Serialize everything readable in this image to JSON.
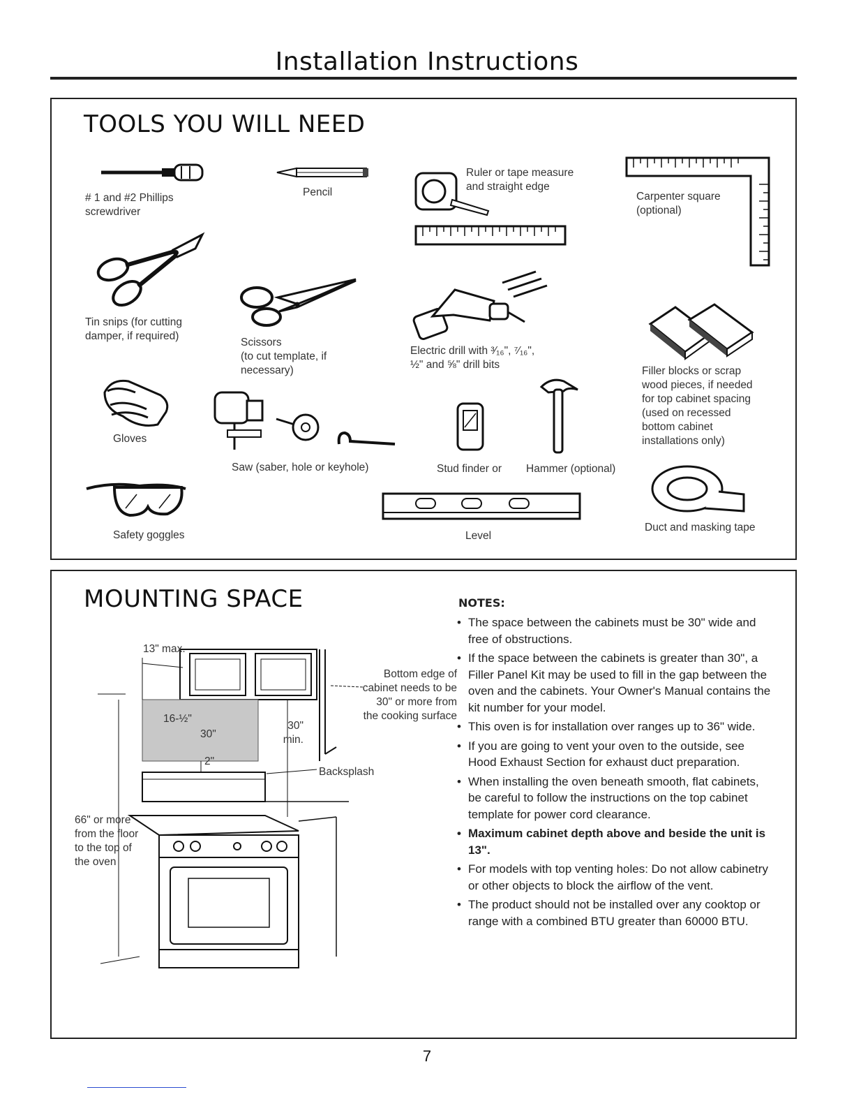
{
  "page": {
    "title": "Installation Instructions",
    "page_number": "7"
  },
  "tools": {
    "heading": "TOOLS YOU WILL NEED",
    "items": [
      {
        "icon": "screwdriver-icon",
        "label": "# 1 and #2 Phillips\nscrewdriver"
      },
      {
        "icon": "pencil-icon",
        "label": "Pencil"
      },
      {
        "icon": "tape-measure-icon",
        "label": "Ruler or tape measure\nand straight edge"
      },
      {
        "icon": "carpenter-square-icon",
        "label": "Carpenter square\n(optional)"
      },
      {
        "icon": "tin-snips-icon",
        "label": "Tin snips (for cutting\ndamper, if required)"
      },
      {
        "icon": "scissors-icon",
        "label": "Scissors\n(to cut template, if\nnecessary)"
      },
      {
        "icon": "electric-drill-icon",
        "label": "Electric drill with ³⁄₁₆\", ⁷⁄₁₆\",\n½\" and ⅝\" drill bits"
      },
      {
        "icon": "filler-blocks-icon",
        "label": "Filler blocks or scrap\nwood pieces, if needed\nfor top cabinet spacing\n(used on recessed\nbottom cabinet\ninstallations only)"
      },
      {
        "icon": "gloves-icon",
        "label": "Gloves"
      },
      {
        "icon": "saw-icon",
        "label": "Saw (saber, hole or keyhole)"
      },
      {
        "icon": "stud-finder-icon",
        "label": "Stud finder   or"
      },
      {
        "icon": "hammer-icon",
        "label": "Hammer (optional)"
      },
      {
        "icon": "safety-goggles-icon",
        "label": "Safety goggles"
      },
      {
        "icon": "level-icon",
        "label": "Level"
      },
      {
        "icon": "duct-tape-icon",
        "label": "Duct and masking tape"
      }
    ]
  },
  "mounting": {
    "heading": "MOUNTING SPACE",
    "diagram": {
      "max_depth": "13\" max.",
      "bottom_edge_note": "Bottom edge of\ncabinet needs to be\n30\" or more from\nthe cooking surface",
      "backsplash_height": "16-½\"",
      "backsplash_width": "30\"",
      "clearance_height": "30\"\nmin.",
      "gap": "2\"",
      "backsplash": "Backsplash",
      "floor_height": "66\" or more\nfrom the floor\nto the top of\nthe oven"
    },
    "notes_title": "NOTES:",
    "notes": [
      {
        "text": "The space between the cabinets must be 30\" wide and free of obstructions."
      },
      {
        "text": "If the space between the cabinets is greater than 30\", a Filler Panel Kit may be used to fill in the gap between the oven and the cabinets. Your Owner's Manual contains the kit number for your model."
      },
      {
        "text": "This oven is for installation over ranges up to 36\" wide."
      },
      {
        "text": "If you are going to vent your oven to the outside, see Hood Exhaust Section for exhaust duct preparation."
      },
      {
        "text": "When installing the oven beneath smooth, flat cabinets, be careful to follow the instructions on the top cabinet template for power cord clearance."
      },
      {
        "text": "Maximum cabinet depth above  and beside the unit is 13\"."
      },
      {
        "text": "For models with top venting holes: Do not allow cabinetry or other objects to block the airflow of the vent."
      },
      {
        "text": "The product should not be installed over any cooktop or range with a combined BTU greater than 60000 BTU."
      }
    ]
  }
}
